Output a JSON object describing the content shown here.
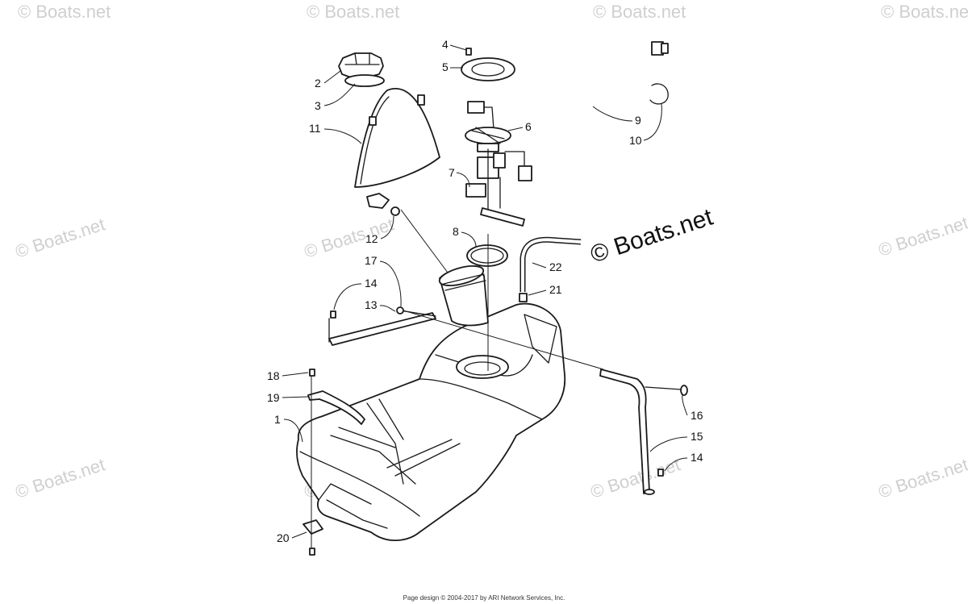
{
  "watermark": {
    "text": "© Boats.net",
    "main_text": "© Boats.net"
  },
  "callouts": [
    {
      "id": "c1",
      "label": "1"
    },
    {
      "id": "c2",
      "label": "2"
    },
    {
      "id": "c3",
      "label": "3"
    },
    {
      "id": "c4",
      "label": "4"
    },
    {
      "id": "c5",
      "label": "5"
    },
    {
      "id": "c6",
      "label": "6"
    },
    {
      "id": "c7",
      "label": "7"
    },
    {
      "id": "c8",
      "label": "8"
    },
    {
      "id": "c9",
      "label": "9"
    },
    {
      "id": "c10",
      "label": "10"
    },
    {
      "id": "c11",
      "label": "11"
    },
    {
      "id": "c12",
      "label": "12"
    },
    {
      "id": "c13",
      "label": "13"
    },
    {
      "id": "c14a",
      "label": "14"
    },
    {
      "id": "c14b",
      "label": "14"
    },
    {
      "id": "c15",
      "label": "15"
    },
    {
      "id": "c16",
      "label": "16"
    },
    {
      "id": "c17",
      "label": "17"
    },
    {
      "id": "c18",
      "label": "18"
    },
    {
      "id": "c19",
      "label": "19"
    },
    {
      "id": "c20",
      "label": "20"
    },
    {
      "id": "c21",
      "label": "21"
    },
    {
      "id": "c22",
      "label": "22"
    }
  ],
  "footer": {
    "text": "Page design © 2004-2017 by ARI Network Services, Inc."
  }
}
